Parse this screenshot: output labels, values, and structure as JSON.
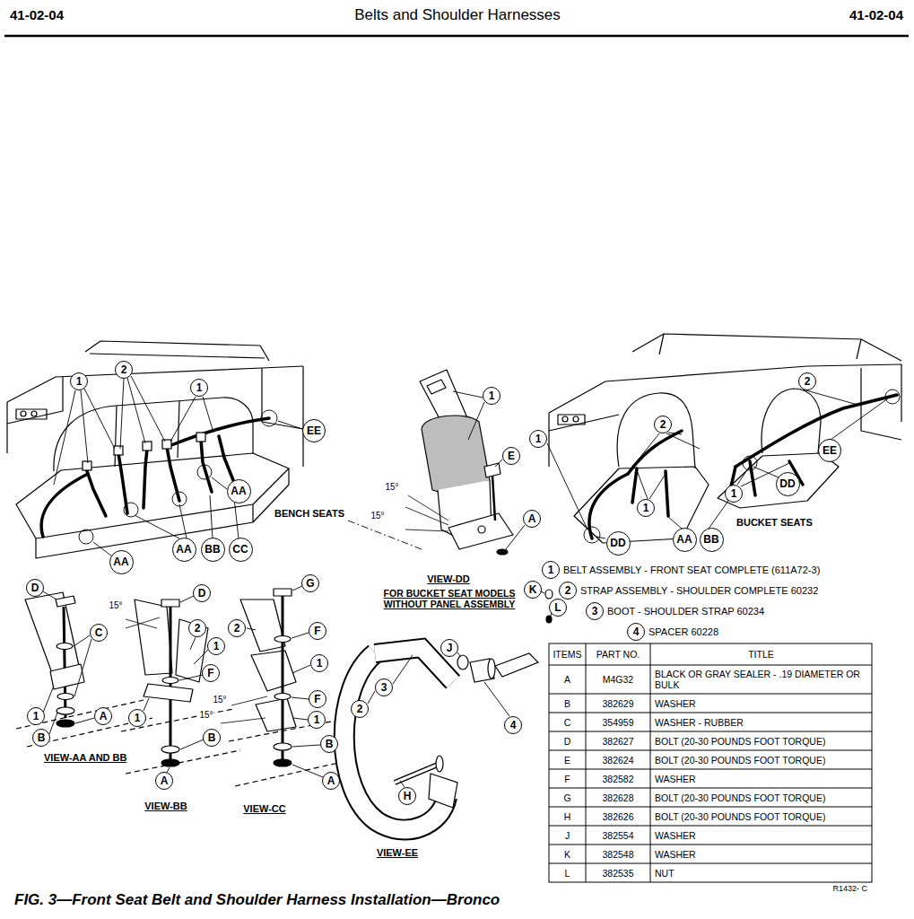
{
  "diagram": {
    "title": "Belts and Shoulder Harnesses",
    "caption": "FIG. 3—Front Seat Belt and Shoulder Harness Installation—Bronco",
    "nodes": [
      {
        "text": [
          "1"
        ]
      },
      {
        "text": [
          "2"
        ]
      },
      {
        "text": [
          "1"
        ]
      },
      {
        "text": [
          "EE"
        ]
      },
      {
        "text": [
          "AA"
        ]
      },
      {
        "text": [
          "AA"
        ]
      },
      {
        "text": [
          "AA"
        ]
      },
      {
        "text": [
          "BB"
        ]
      },
      {
        "text": [
          "CC"
        ]
      },
      {
        "text": [
          "1"
        ]
      },
      {
        "text": [
          "E"
        ]
      },
      {
        "text": [
          "A"
        ]
      },
      {
        "text": [
          "2"
        ]
      },
      {
        "text": [
          "2"
        ]
      },
      {
        "text": [
          "1"
        ]
      },
      {
        "text": [
          "EE"
        ]
      },
      {
        "text": [
          "DD"
        ]
      },
      {
        "text": [
          "1"
        ]
      },
      {
        "text": [
          "1"
        ]
      },
      {
        "text": [
          "AA"
        ]
      },
      {
        "text": [
          "BB"
        ]
      },
      {
        "text": [
          "DD"
        ]
      },
      {
        "text": [
          "1"
        ]
      },
      {
        "text": [
          "2"
        ]
      },
      {
        "text": [
          "3"
        ]
      },
      {
        "text": [
          "4"
        ]
      },
      {
        "text": [
          "K"
        ]
      },
      {
        "text": [
          "L"
        ]
      },
      {
        "text": [
          "J"
        ]
      },
      {
        "text": [
          "4"
        ]
      },
      {
        "text": [
          "D"
        ]
      },
      {
        "text": [
          "C"
        ]
      },
      {
        "text": [
          "1"
        ]
      },
      {
        "text": [
          "A"
        ]
      },
      {
        "text": [
          "B"
        ]
      },
      {
        "text": [
          "D"
        ]
      },
      {
        "text": [
          "2"
        ]
      },
      {
        "text": [
          "1"
        ]
      },
      {
        "text": [
          "F"
        ]
      },
      {
        "text": [
          "1"
        ]
      },
      {
        "text": [
          "B"
        ]
      },
      {
        "text": [
          "A"
        ]
      },
      {
        "text": [
          "G"
        ]
      },
      {
        "text": [
          "2"
        ]
      },
      {
        "text": [
          "F"
        ]
      },
      {
        "text": [
          "1"
        ]
      },
      {
        "text": [
          "F"
        ]
      },
      {
        "text": [
          "1"
        ]
      },
      {
        "text": [
          "B"
        ]
      },
      {
        "text": [
          "A"
        ]
      },
      {
        "text": [
          "3"
        ]
      },
      {
        "text": [
          "2"
        ]
      },
      {
        "text": [
          "H"
        ]
      }
    ],
    "labels": [
      "41-02-04",
      "41-02-04",
      "15°",
      "15°",
      "BENCH SEATS",
      "VIEW-DD",
      "FOR BUCKET SEAT MODELS WITHOUT PANEL ASSEMBLY",
      "BUCKET SEATS",
      "BELT ASSEMBLY - FRONT SEAT COMPLETE (611A72-3)",
      "STRAP ASSEMBLY - SHOULDER COMPLETE 60232",
      "BOOT - SHOULDER STRAP 60234",
      "SPACER 60228",
      "15°",
      "15°",
      "15°",
      "VIEW-AA AND BB",
      "VIEW-BB",
      "VIEW-CC",
      "VIEW-EE",
      "ITEMS",
      "PART NO.",
      "TITLE",
      "A",
      "M4G32",
      "BLACK OR GRAY SEALER - .19 DIAMETER OR BULK",
      "B",
      "382629",
      "WASHER",
      "C",
      "354959",
      "WASHER - RUBBER",
      "D",
      "382627",
      "BOLT (20-30 POUNDS FOOT TORQUE)",
      "E",
      "382624",
      "BOLT (20-30 POUNDS FOOT TORQUE)",
      "F",
      "382582",
      "WASHER",
      "G",
      "382628",
      "BOLT (20-30 POUNDS FOOT TORQUE)",
      "H",
      "382626",
      "BOLT (20-30 POUNDS FOOT TORQUE)",
      "J",
      "382554",
      "WASHER",
      "K",
      "382548",
      "WASHER",
      "L",
      "382535",
      "NUT",
      "R1432- C"
    ]
  }
}
